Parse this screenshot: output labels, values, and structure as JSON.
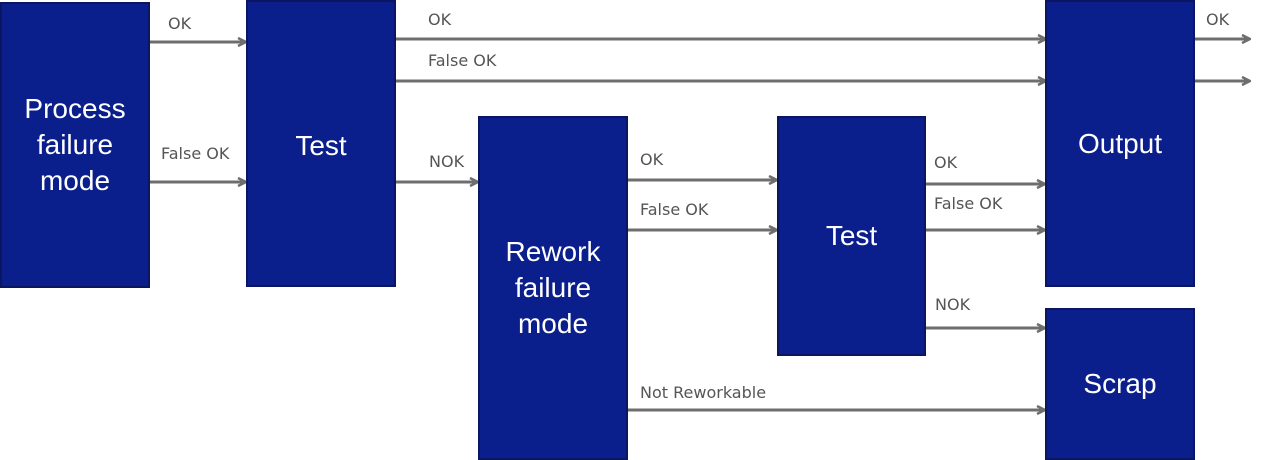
{
  "boxes": {
    "process_failure_mode": "Process\nfailure\nmode",
    "test_1": "Test",
    "rework_failure_mode": "Rework\nfailure\nmode",
    "test_2": "Test",
    "output": "Output",
    "scrap": "Scrap"
  },
  "labels": {
    "process_to_test_ok": "OK",
    "process_to_test_false_ok": "False OK",
    "test_to_output_ok": "OK",
    "test_to_output_false_ok": "False OK",
    "test_to_rework_nok": "NOK",
    "rework_to_test_ok": "OK",
    "rework_to_test_false_ok": "False OK",
    "test2_to_output_ok": "OK",
    "test2_to_output_false_ok": "False OK",
    "test2_to_scrap_nok": "NOK",
    "rework_to_scrap": "Not Reworkable",
    "output_ok": "OK"
  },
  "colors": {
    "box_fill": "#0b1f8c",
    "arrow": "#6e6e6e",
    "label_text": "#555555"
  }
}
